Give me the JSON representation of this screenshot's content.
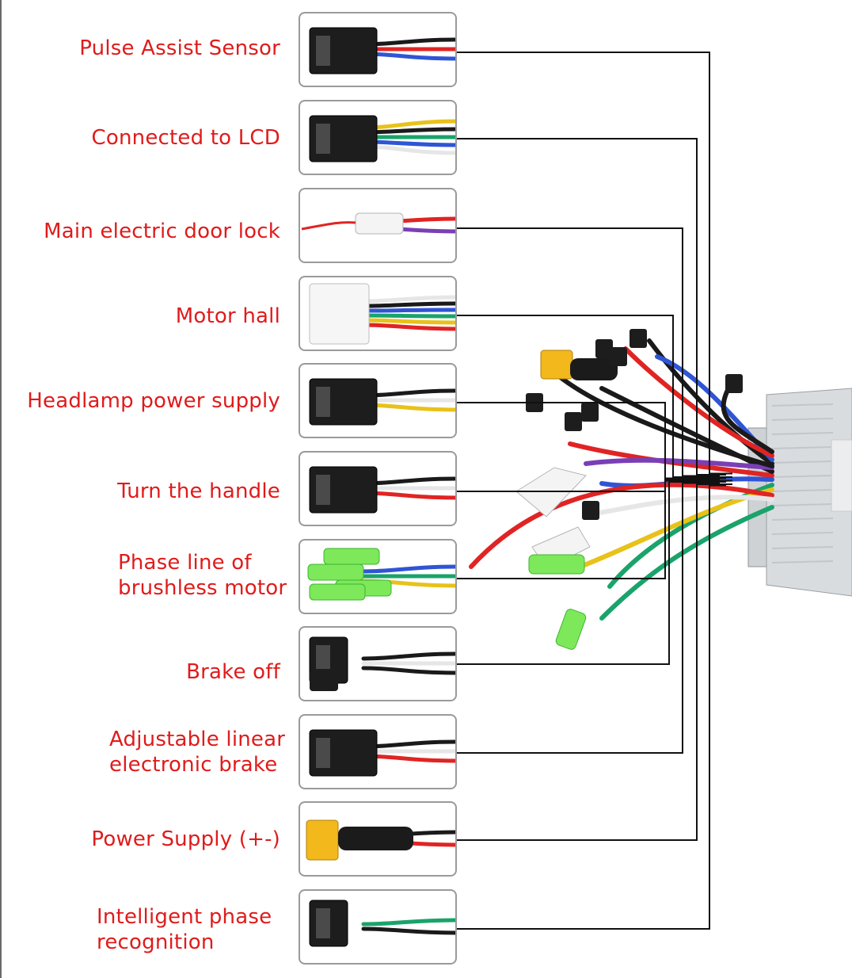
{
  "connectors": [
    {
      "id": "pulse-assist-sensor",
      "lines": [
        "Pulse Assist Sensor"
      ]
    },
    {
      "id": "connected-to-lcd",
      "lines": [
        "Connected to LCD"
      ]
    },
    {
      "id": "main-electric-door-lock",
      "lines": [
        "Main electric door lock"
      ]
    },
    {
      "id": "motor-hall",
      "lines": [
        "Motor hall"
      ]
    },
    {
      "id": "headlamp-power-supply",
      "lines": [
        "Headlamp power supply"
      ]
    },
    {
      "id": "turn-the-handle",
      "lines": [
        "Turn the handle"
      ]
    },
    {
      "id": "phase-line-of-brushless-motor",
      "lines": [
        "Phase line of",
        "brushless motor"
      ]
    },
    {
      "id": "brake-off",
      "lines": [
        "Brake off"
      ]
    },
    {
      "id": "adjustable-linear-electronic-brake",
      "lines": [
        "Adjustable linear",
        "electronic brake"
      ]
    },
    {
      "id": "power-supply",
      "lines": [
        "Power Supply (+-)"
      ]
    },
    {
      "id": "intelligent-phase-recognition",
      "lines": [
        "Intelligent phase",
        "recognition"
      ]
    }
  ],
  "colors": {
    "label_text": "#e01b1b",
    "leader_line": "#111111",
    "thumb_border": "#9a9a9a",
    "wire_red": "#e02424",
    "wire_blue": "#2f55d4",
    "wire_green": "#1aa36b",
    "wire_yellow": "#e8c21a",
    "wire_black": "#1a1a1a",
    "wire_white": "#e6e6e6",
    "wire_purple": "#7a3fb5",
    "controller_body": "#d9dcdf"
  }
}
